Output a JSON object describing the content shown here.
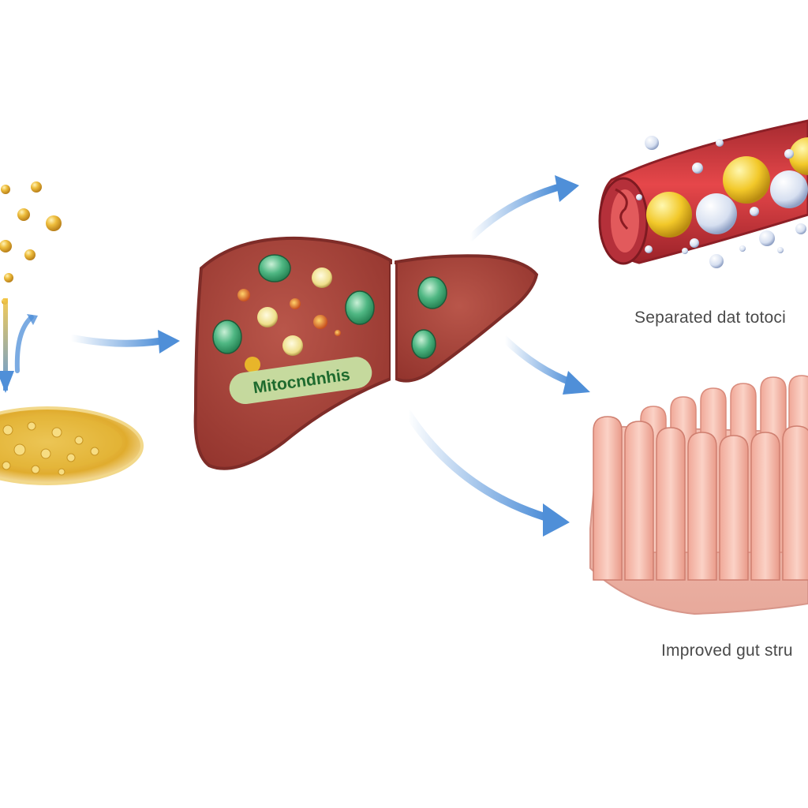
{
  "liver": {
    "label": "Mitocndnhis"
  },
  "captions": {
    "blood_vessel": "Separated dat totoci",
    "gut": "Improved gut stru"
  },
  "colors": {
    "arrow": "#4f8fd8",
    "liver": "#a9443b",
    "liver_outline": "#7e2c28",
    "label_band": "#c8e6a6",
    "label_text": "#1e6a2e",
    "fat_droplet": "#e8b22c",
    "vessel": "#c8343a",
    "villi": "#f3b8aa"
  }
}
